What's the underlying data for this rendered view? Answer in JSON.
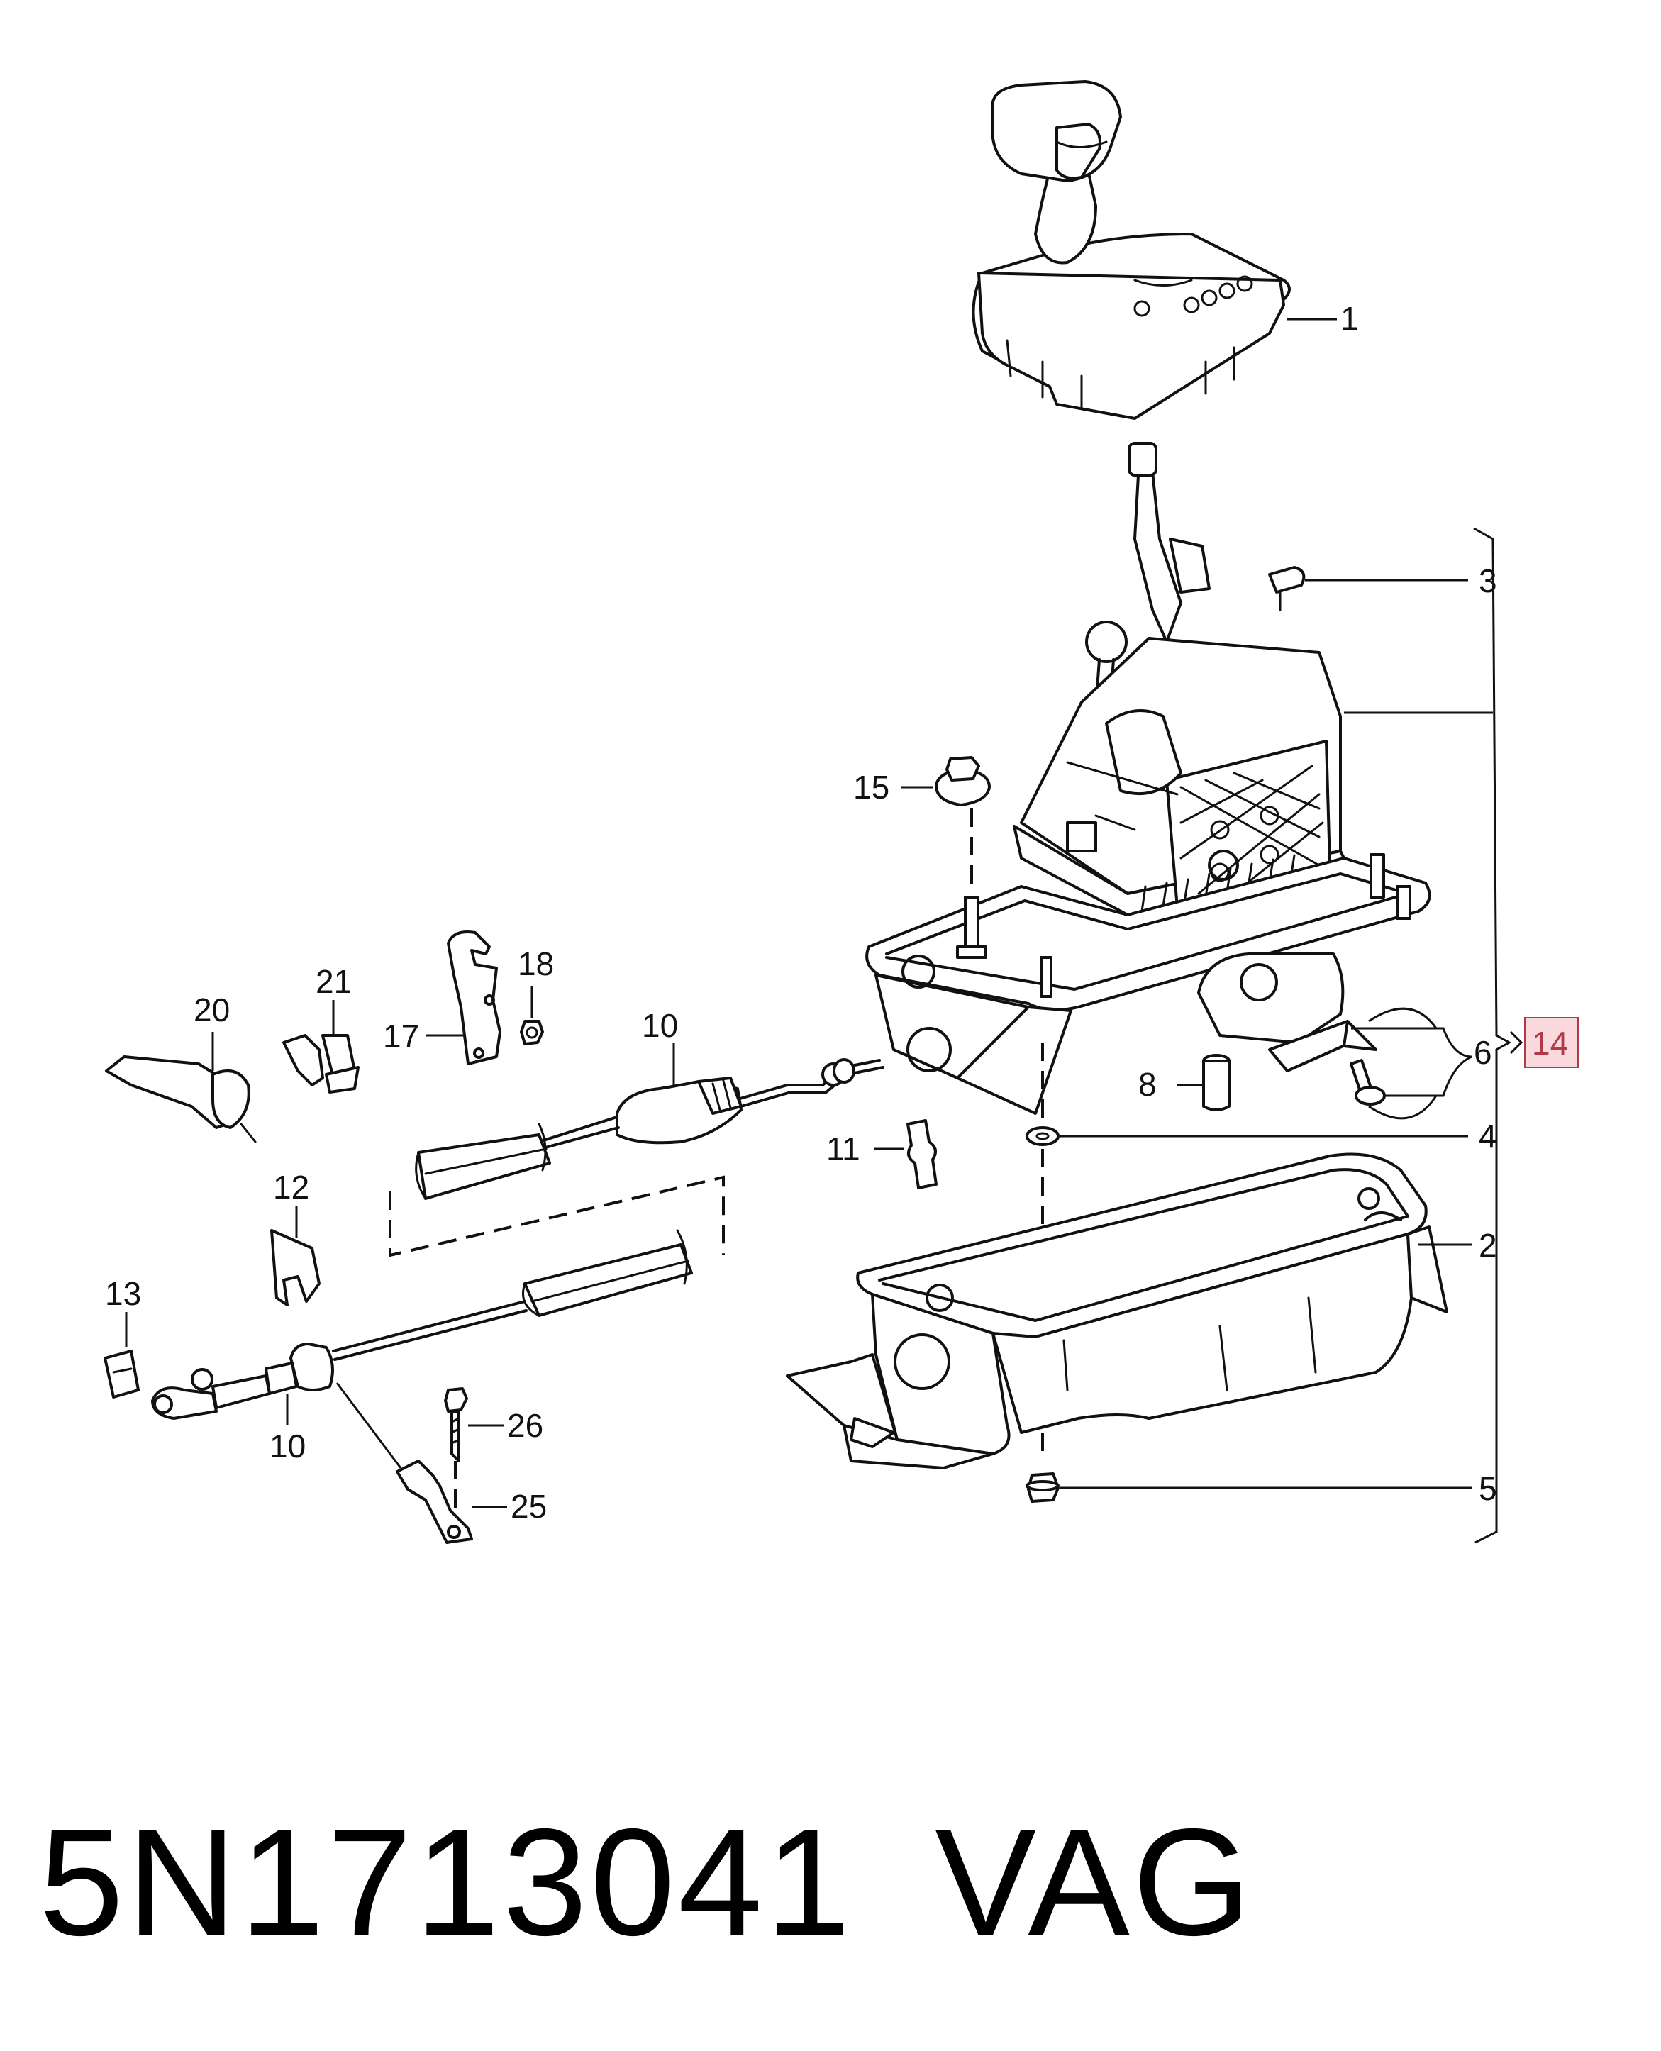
{
  "diagram": {
    "callouts": {
      "c1": "1",
      "c2": "2",
      "c3": "3",
      "c4": "4",
      "c5": "5",
      "c6": "6",
      "c8": "8",
      "c10a": "10",
      "c10b": "10",
      "c11": "11",
      "c12": "12",
      "c13": "13",
      "c14": "14",
      "c15": "15",
      "c17": "17",
      "c18": "18",
      "c20": "20",
      "c21": "21",
      "c25": "25",
      "c26": "26"
    },
    "highlight_color": "#b03a48",
    "highlight_fill": "#f9d9dd"
  },
  "footer": {
    "part_number": "5N1713041",
    "brand": "VAG"
  }
}
